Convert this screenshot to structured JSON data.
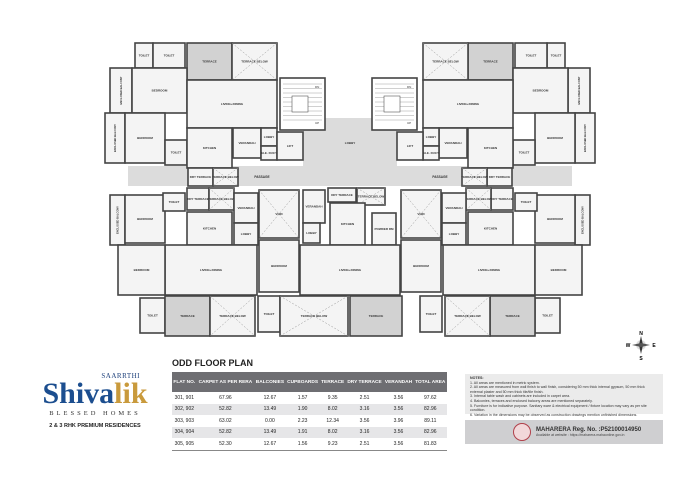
{
  "floor_plan": {
    "labels": {
      "toilet": "TOILET",
      "terrace": "TERRACE",
      "terrace_below": "TERRACE BELOW",
      "enclosed_balcony": "ENCLOSED BALCONY",
      "bedroom": "BEDROOM",
      "living_dining": "LIVING+DINING",
      "kitchen": "KITCHEN",
      "verandah": "VERANDAH",
      "lobby": "LOBBY",
      "ele_duct": "ELE. DUCT",
      "dry_terrace": "DRY TERRACE",
      "lift": "LIFT",
      "passage": "PASSAGE",
      "void": "VOID",
      "powder_rm": "POWDER RM",
      "up": "UP",
      "dn": "DN"
    },
    "compass": {
      "n": "N",
      "s": "S",
      "e": "E",
      "w": "W"
    }
  },
  "logo": {
    "maker": "SAARRTHI",
    "brand_a": "Shiva",
    "brand_b": "lik",
    "tagline": "BLESSED HOMES",
    "subtitle": "2 & 3 RHK PREMIUM RESIDENCES"
  },
  "table": {
    "title": "ODD FLOOR PLAN",
    "headers": [
      "FLAT NO.",
      "CARPET AS PER RERA",
      "BALCONIES",
      "CUPBOARDS",
      "TERRACE",
      "DRY TERRACE",
      "VERANDAH",
      "TOTAL AREA"
    ],
    "rows": [
      [
        "301, 901",
        "67.96",
        "12.67",
        "1.57",
        "9.35",
        "2.51",
        "3.56",
        "97.62"
      ],
      [
        "302, 902",
        "52.82",
        "13.49",
        "1.90",
        "8.02",
        "3.16",
        "3.56",
        "82.96"
      ],
      [
        "303, 903",
        "63.02",
        "0.00",
        "2.23",
        "12.34",
        "3.56",
        "3.96",
        "89.11"
      ],
      [
        "304, 904",
        "52.82",
        "13.49",
        "1.91",
        "8.02",
        "3.16",
        "3.56",
        "82.96"
      ],
      [
        "305, 905",
        "52.30",
        "12.67",
        "1.56",
        "9.23",
        "2.51",
        "3.56",
        "81.83"
      ]
    ]
  },
  "notes": {
    "title": "NOTES:",
    "items": [
      "1. All areas are mentioned in metric system.",
      "2. All areas are measured from wall finish to wall finish, considering 50 mm thick internal gypsum, 50 mm thick external plaster and 50 mm thick tile/tile finish.",
      "3. Internal table wash and cabinets are included in carpet area.",
      "4. Balconies, terraces and enclosed balcony areas are mentioned separately.",
      "5. Furniture is for indicative purpose. Sanitary ware & electrical equipment / fixture location may vary as per site condition.",
      "6. Variation in the dimensions may be observed as construction drawings mention unfinished dimensions."
    ]
  },
  "rera": {
    "reg": "MAHARERA Reg. No. :P52100014950",
    "site": "Available at website : https://maharera.mahaonline.gov.in"
  }
}
